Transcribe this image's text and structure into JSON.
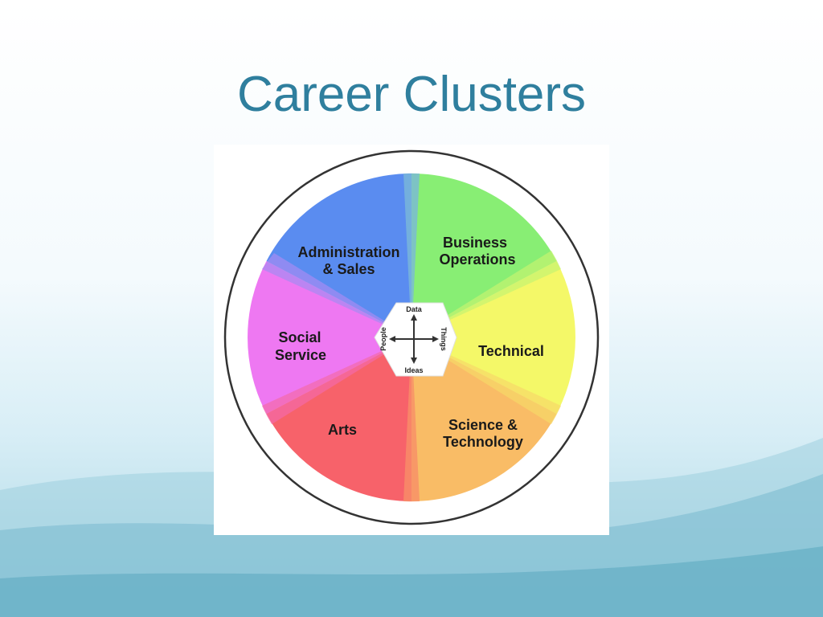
{
  "slide": {
    "title": "Career Clusters"
  },
  "diagram": {
    "segments": [
      {
        "key": "admin",
        "line1": "Administration",
        "line2": "& Sales",
        "color": "#5a8cf0"
      },
      {
        "key": "business",
        "line1": "Business",
        "line2": "Operations",
        "color": "#88ee74"
      },
      {
        "key": "technical",
        "line1": "Technical",
        "line2": "",
        "color": "#f4f868"
      },
      {
        "key": "science",
        "line1": "Science &",
        "line2": "Technology",
        "color": "#f9bc66"
      },
      {
        "key": "arts",
        "line1": "Arts",
        "line2": "",
        "color": "#f7626a"
      },
      {
        "key": "social",
        "line1": "Social",
        "line2": "Service",
        "color": "#ee78f2"
      }
    ],
    "center": {
      "top": "Data",
      "bottom": "Ideas",
      "left": "People",
      "right": "Things"
    }
  },
  "colors": {
    "title": "#2f7f9e",
    "outer_ring": "#333333"
  }
}
